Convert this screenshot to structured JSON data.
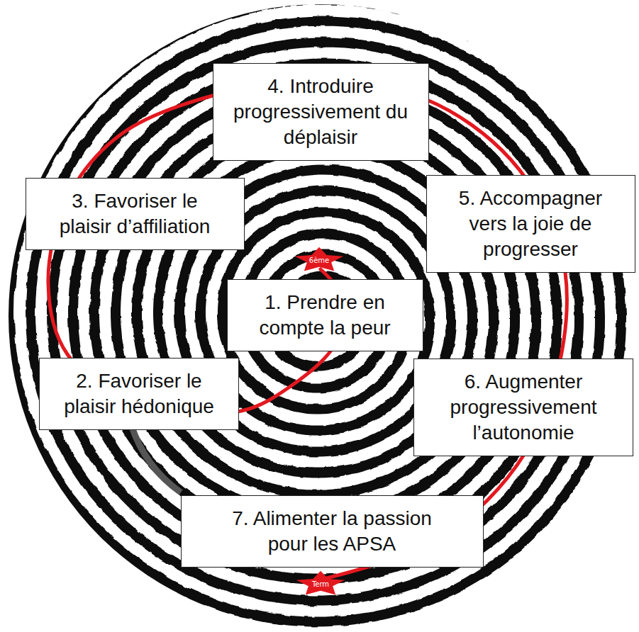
{
  "diagram": {
    "nodes": [
      {
        "text": [
          "1. Prendre en compte la peur"
        ]
      },
      {
        "text": [
          "2. Favoriser le plaisir hédonique"
        ]
      },
      {
        "text": [
          "3. Favoriser le plaisir d’affiliation"
        ]
      },
      {
        "text": [
          "4. Introduire progressivement du déplaisir"
        ]
      },
      {
        "text": [
          "5. Accompagner vers la joie de progresser"
        ]
      },
      {
        "text": [
          "6. Augmenter progressivement l’autonomie"
        ]
      },
      {
        "text": [
          "7. Alimenter la passion pour les APSA"
        ]
      },
      {
        "text": [
          "6ème"
        ]
      },
      {
        "text": [
          "Term"
        ]
      }
    ]
  }
}
